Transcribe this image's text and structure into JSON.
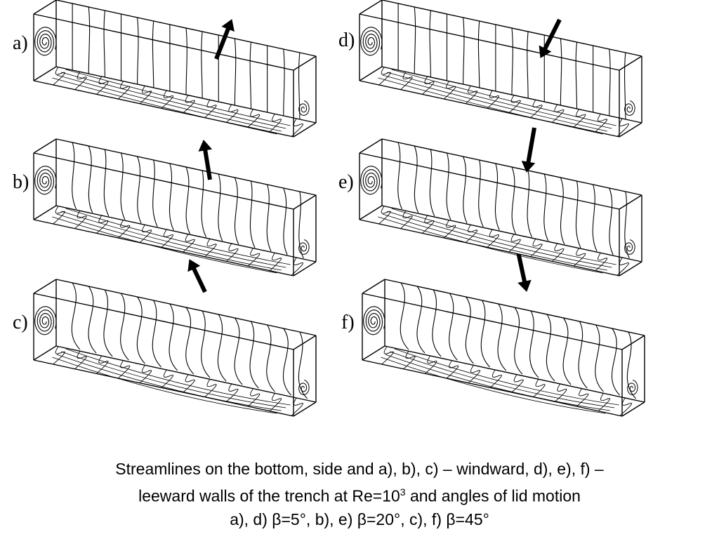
{
  "panels": [
    {
      "id": "a",
      "label": "a)",
      "arrow": "up-right"
    },
    {
      "id": "b",
      "label": "b)",
      "arrow": "up"
    },
    {
      "id": "c",
      "label": "c)",
      "arrow": "up-left"
    },
    {
      "id": "d",
      "label": "d)",
      "arrow": "down-left"
    },
    {
      "id": "e",
      "label": "e)",
      "arrow": "down"
    },
    {
      "id": "f",
      "label": "f)",
      "arrow": "down-right"
    }
  ],
  "caption": {
    "line1": "Streamlines on the bottom, side and a), b), c) – windward, d), e), f) –",
    "line2_pre": "leeward walls of the trench at Re=10",
    "line2_sup": "3",
    "line2_post": " and angles of lid motion",
    "line3": "a), d) β=5°, b), e) β=20°, c), f) β=45°"
  }
}
